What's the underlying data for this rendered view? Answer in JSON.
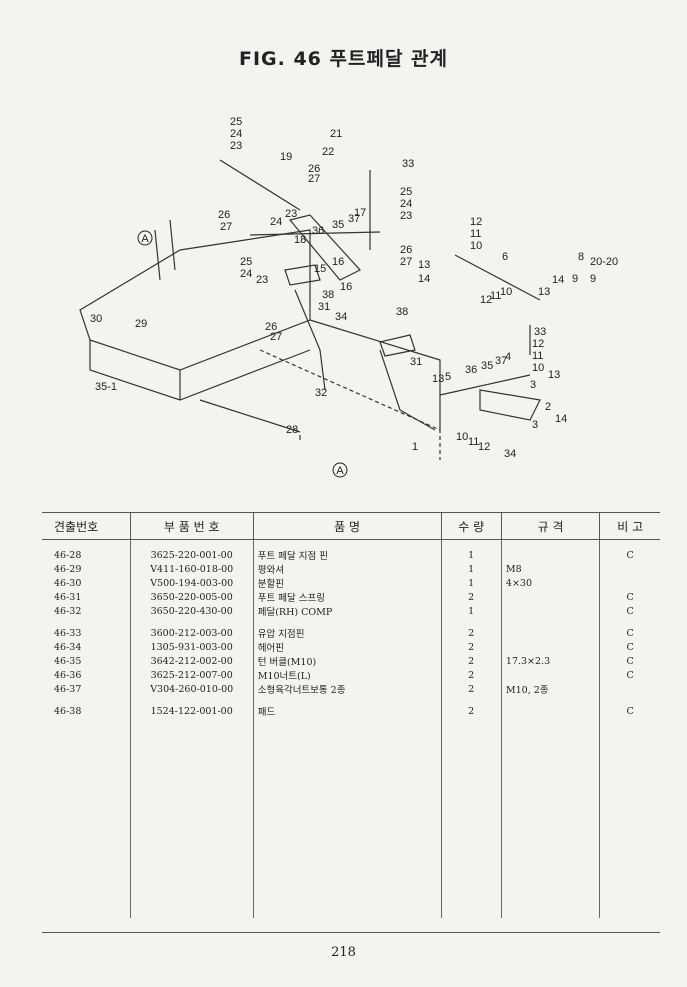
{
  "title": "FIG. 46 푸트페달 관계",
  "diagram": {
    "callouts": [
      "25",
      "24",
      "23",
      "21",
      "22",
      "26",
      "27",
      "19",
      "33",
      "25",
      "24",
      "23",
      "26",
      "27",
      "23",
      "24",
      "18",
      "36",
      "35",
      "37",
      "17",
      "26",
      "27",
      "25",
      "24",
      "23",
      "15",
      "16",
      "16",
      "38",
      "34",
      "31",
      "30",
      "29",
      "26",
      "27",
      "35-1",
      "32",
      "28",
      "12",
      "11",
      "10",
      "13",
      "14",
      "6",
      "8",
      "20-20",
      "9",
      "9",
      "13",
      "14",
      "12",
      "11",
      "10",
      "33",
      "12",
      "11",
      "10",
      "13",
      "38",
      "31",
      "13",
      "5",
      "36",
      "35",
      "37",
      "4",
      "3",
      "2",
      "14",
      "3",
      "10",
      "11",
      "12",
      "34",
      "1"
    ],
    "marker_label": "A"
  },
  "table": {
    "headers": [
      "견출번호",
      "부 품 번 호",
      "품 명",
      "수 량",
      "규 격",
      "비 고"
    ],
    "rows": [
      [
        "46-28",
        "3625-220-001-00",
        "푸트 페달 지점 핀",
        "1",
        "",
        "C"
      ],
      [
        "46-29",
        "V411-160-018-00",
        "평와셔",
        "1",
        "M8",
        ""
      ],
      [
        "46-30",
        "V500-194-003-00",
        "분할핀",
        "1",
        "4×30",
        ""
      ],
      [
        "46-31",
        "3650-220-005-00",
        "푸트 페달 스프링",
        "2",
        "",
        "C"
      ],
      [
        "46-32",
        "3650-220-430-00",
        "페달(RH) COMP",
        "1",
        "",
        "C"
      ],
      [
        "46-33",
        "3600-212-003-00",
        "유압 지점핀",
        "2",
        "",
        "C"
      ],
      [
        "46-34",
        "1305-931-003-00",
        "헤어핀",
        "2",
        "",
        "C"
      ],
      [
        "46-35",
        "3642-212-002-00",
        "턴 버클(M10)",
        "2",
        "17.3×2.3",
        "C"
      ],
      [
        "46-36",
        "3625-212-007-00",
        "M10너트(L)",
        "2",
        "",
        "C"
      ],
      [
        "46-37",
        "V304-260-010-00",
        "소형육각너트보통 2종",
        "2",
        "M10, 2종",
        ""
      ],
      [
        "46-38",
        "1524-122-001-00",
        "패드",
        "2",
        "",
        "C"
      ]
    ]
  },
  "page_number": "218"
}
